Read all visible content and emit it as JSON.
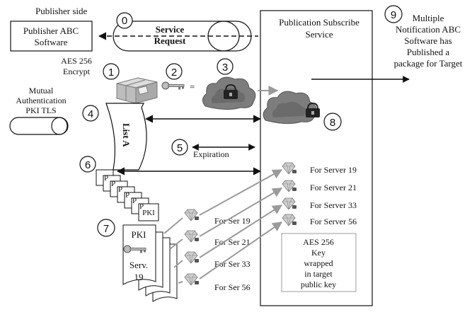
{
  "publisher_side_label": "Publisher side",
  "publisher_box": [
    "Publisher ABC",
    "Software"
  ],
  "service_request": [
    "Service",
    "Request"
  ],
  "pss_box": [
    "Publication Subscribe",
    "Service"
  ],
  "multiple_notification": [
    "Multiple",
    "Notification ABC",
    "Software has",
    "Published a",
    "package for Target"
  ],
  "aes_encrypt": [
    "AES 256",
    "Encrypt"
  ],
  "mutual_auth": [
    "Mutual",
    "Authentication",
    "PKI TLS"
  ],
  "list_label": "List A",
  "expiration_label": "Expiration",
  "pki_label": "PKI",
  "serv_doc": [
    "PKI",
    "Serv.",
    "19"
  ],
  "steps": [
    "0",
    "1",
    "2",
    "3",
    "4",
    "5",
    "6",
    "7",
    "8",
    "9"
  ],
  "for_server_labels": [
    "For Server 19",
    "For Server 21",
    "For Server 33",
    "For Server 56"
  ],
  "for_ser_labels": [
    "For Ser 19",
    "For Ser 21",
    "For Ser 33",
    "For Ser 56"
  ],
  "aes_key_box": [
    "AES 256",
    "Key",
    "wrapped",
    "in target",
    "public key"
  ],
  "colors": {
    "cloud": "#7d7d7d",
    "lock": "#222222",
    "gem": "#c7c7c7",
    "arrow_gray": "#9a9a9a",
    "package": "#c8c8c8"
  }
}
